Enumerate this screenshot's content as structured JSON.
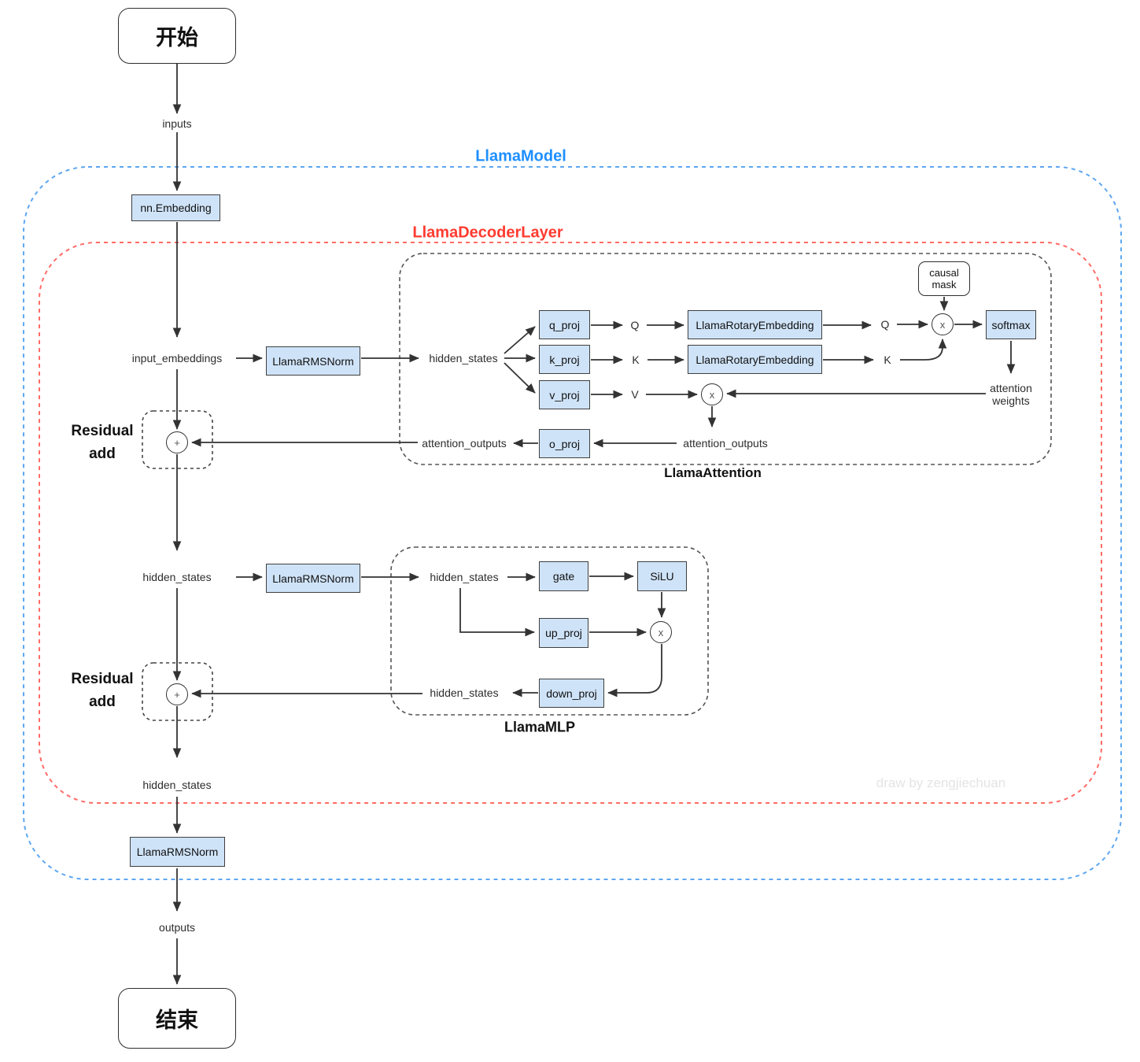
{
  "flow": {
    "start": "开始",
    "inputs": "inputs",
    "embedding": "nn.Embedding",
    "input_embeddings": "input_embeddings",
    "rmsnorm": "LlamaRMSNorm",
    "hidden_states": "hidden_states",
    "outputs": "outputs",
    "end": "结束"
  },
  "containers": {
    "model": "LlamaModel",
    "decoder": "LlamaDecoderLayer",
    "attention": "LlamaAttention",
    "mlp": "LlamaMLP"
  },
  "residual": {
    "line1": "Residual",
    "line2": "add"
  },
  "attention": {
    "q_proj": "q_proj",
    "k_proj": "k_proj",
    "v_proj": "v_proj",
    "o_proj": "o_proj",
    "rotary": "LlamaRotaryEmbedding",
    "q": "Q",
    "k": "K",
    "v": "V",
    "causal_line1": "causal",
    "causal_line2": "mask",
    "softmax": "softmax",
    "weights_line1": "attention",
    "weights_line2": "weights",
    "attention_outputs": "attention_outputs"
  },
  "mlp": {
    "gate": "gate",
    "silu": "SiLU",
    "up_proj": "up_proj",
    "down_proj": "down_proj",
    "hidden_states": "hidden_states"
  },
  "ops": {
    "plus": "+",
    "times": "x"
  },
  "watermark": "draw by zengjiechuan",
  "colors": {
    "node_fill": "#cfe3f8",
    "node_border": "#3f3f3f",
    "model_dash": "#5ea7f0",
    "decoder_dash": "#ff6b66",
    "inner_dash": "#555555",
    "wire": "#333333"
  }
}
